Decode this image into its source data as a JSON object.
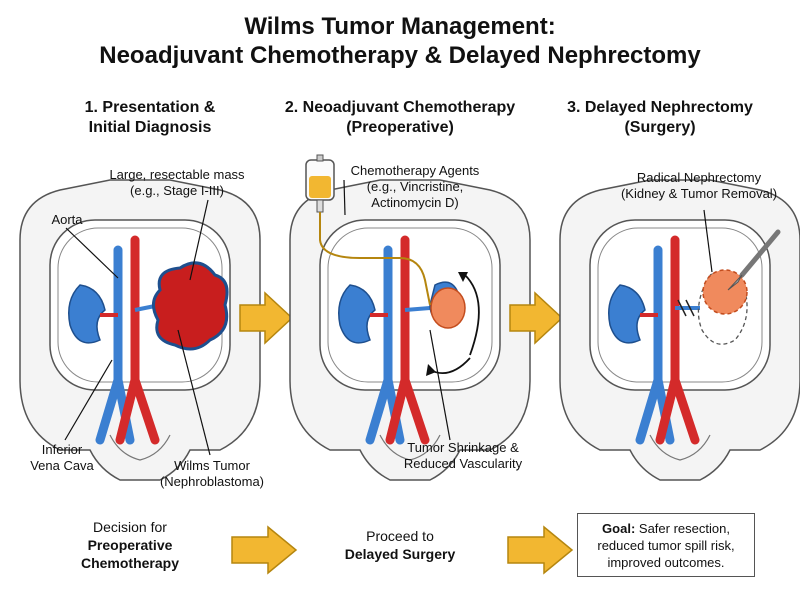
{
  "title": {
    "line1": "Wilms Tumor Management:",
    "line2": "Neoadjuvant Chemotherapy & Delayed Nephrectomy"
  },
  "steps": [
    {
      "title_line1": "1. Presentation &",
      "title_line2": "Initial Diagnosis"
    },
    {
      "title_line1": "2. Neoadjuvant Chemotherapy",
      "title_line2": "(Preoperative)"
    },
    {
      "title_line1": "3. Delayed Nephrectomy",
      "title_line2": "(Surgery)"
    }
  ],
  "labels": {
    "mass_line1": "Large, resectable mass",
    "mass_line2": "(e.g., Stage I-III)",
    "aorta": "Aorta",
    "ivc_line1": "Inferior",
    "ivc_line2": "Vena Cava",
    "wilms_line1": "Wilms Tumor",
    "wilms_line2": "(Nephroblastoma)",
    "chemo_line1": "Chemotherapy Agents",
    "chemo_line2": "(e.g., Vincristine,",
    "chemo_line3": "Actinomycin D)",
    "shrink_line1": "Tumor Shrinkage &",
    "shrink_line2": "Reduced Vascularity",
    "radical_line1": "Radical Nephrectomy",
    "radical_line2": "(Kidney & Tumor Removal)"
  },
  "bottom": {
    "decision_line1": "Decision for",
    "decision_bold1": "Preoperative",
    "decision_bold2": "Chemotherapy",
    "proceed_line1": "Proceed to",
    "proceed_bold": "Delayed Surgery",
    "goal_bold": "Goal:",
    "goal_line1": "Safer resection,",
    "goal_line2": "reduced tumor spill risk,",
    "goal_line3": "improved outcomes."
  },
  "colors": {
    "artery": "#d42a2a",
    "vein": "#3b7fd1",
    "kidney": "#3b7fd1",
    "tumor": "#c81e1e",
    "tumor_shrunk": "#f08a5d",
    "arrow": "#f2b731",
    "body_fill": "#f4f4f4"
  }
}
